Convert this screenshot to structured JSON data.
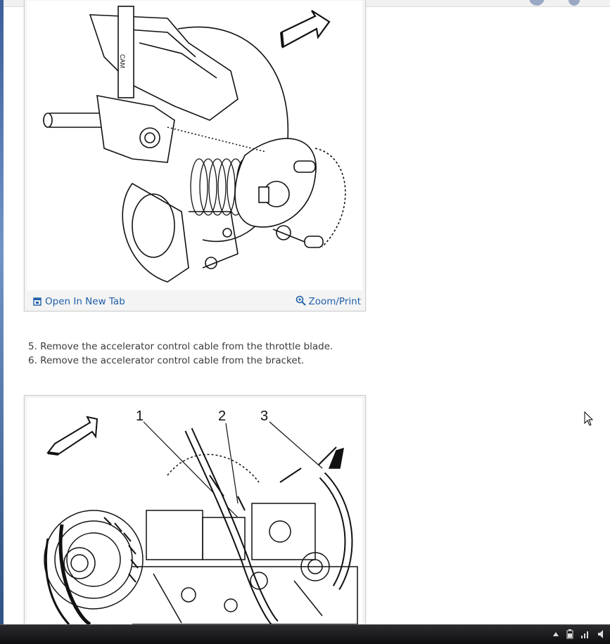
{
  "figure1": {
    "open_label": "Open In New Tab",
    "zoom_label": "Zoom/Print",
    "cam_label": "CAM"
  },
  "steps": [
    "5. Remove the accelerator control cable from the throttle blade.",
    "6. Remove the accelerator control cable from the bracket."
  ],
  "figure2": {
    "callouts": [
      "1",
      "2",
      "3"
    ]
  },
  "colors": {
    "link": "#1f5fa8",
    "text": "#3a3a3a"
  }
}
